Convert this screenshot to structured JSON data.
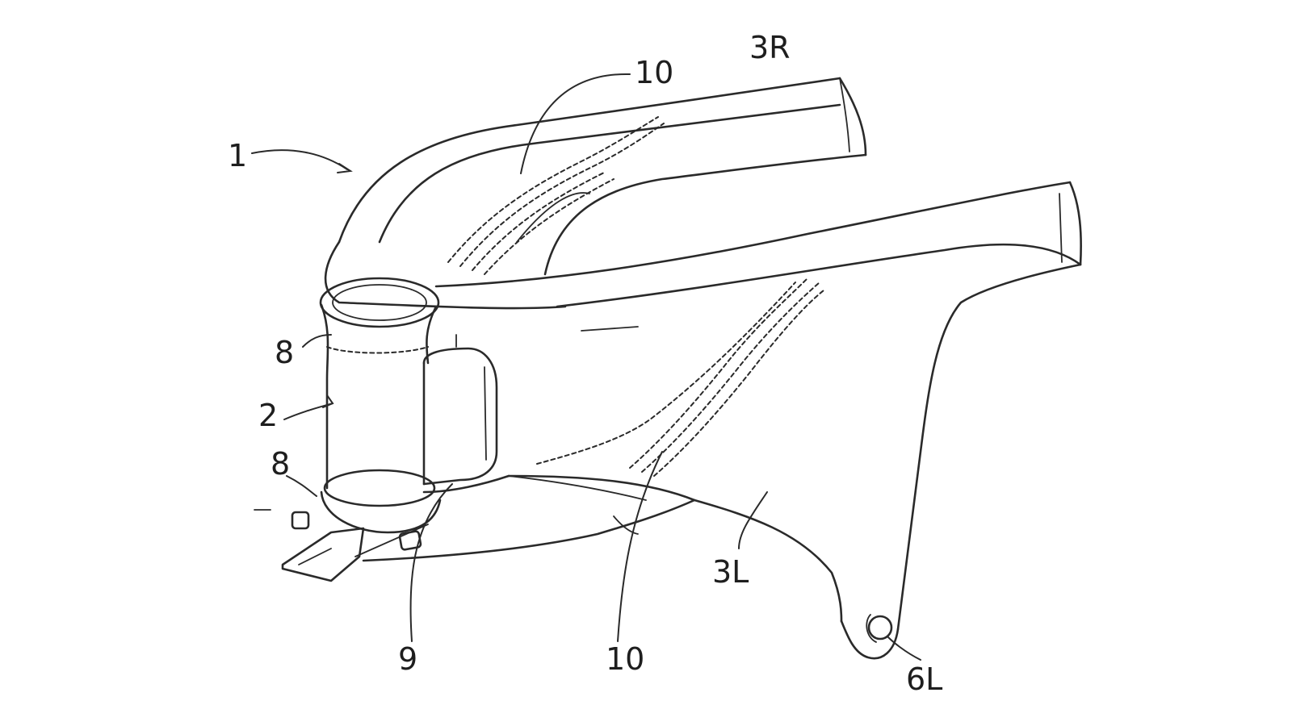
{
  "figure": {
    "reference_labels": {
      "frame": "1",
      "head_tube": "2",
      "right_arm": "3R",
      "left_arm": "3L",
      "dropout_left": "6L",
      "bearing_top": "8",
      "bearing_bottom": "8",
      "mount": "9",
      "reinforcement_top": "10",
      "reinforcement_bottom": "10"
    },
    "colors": {
      "line": "#2a2a2a",
      "background": "#ffffff"
    }
  }
}
